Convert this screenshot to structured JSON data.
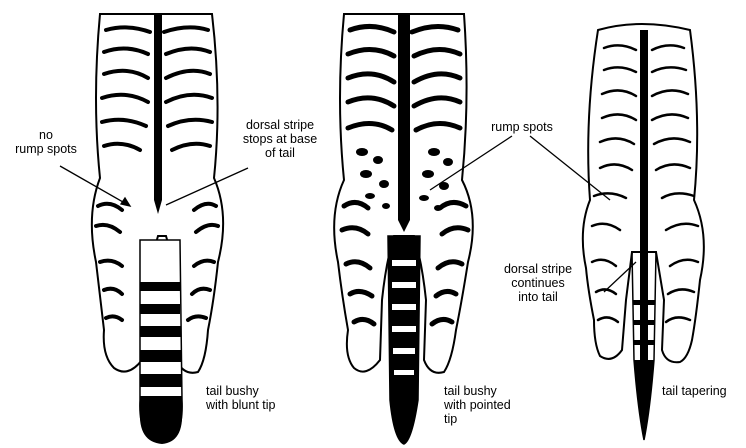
{
  "labels": {
    "no_rump_spots": "no\nrump spots",
    "dorsal_stripe_stops": "dorsal stripe\nstops at base\nof tail",
    "tail_bushy_blunt": "tail bushy\nwith blunt tip",
    "rump_spots": "rump spots",
    "tail_bushy_pointed": "tail bushy\nwith pointed\ntip",
    "dorsal_stripe_continues": "dorsal stripe\ncontinues\ninto tail",
    "tail_tapering": "tail tapering"
  }
}
